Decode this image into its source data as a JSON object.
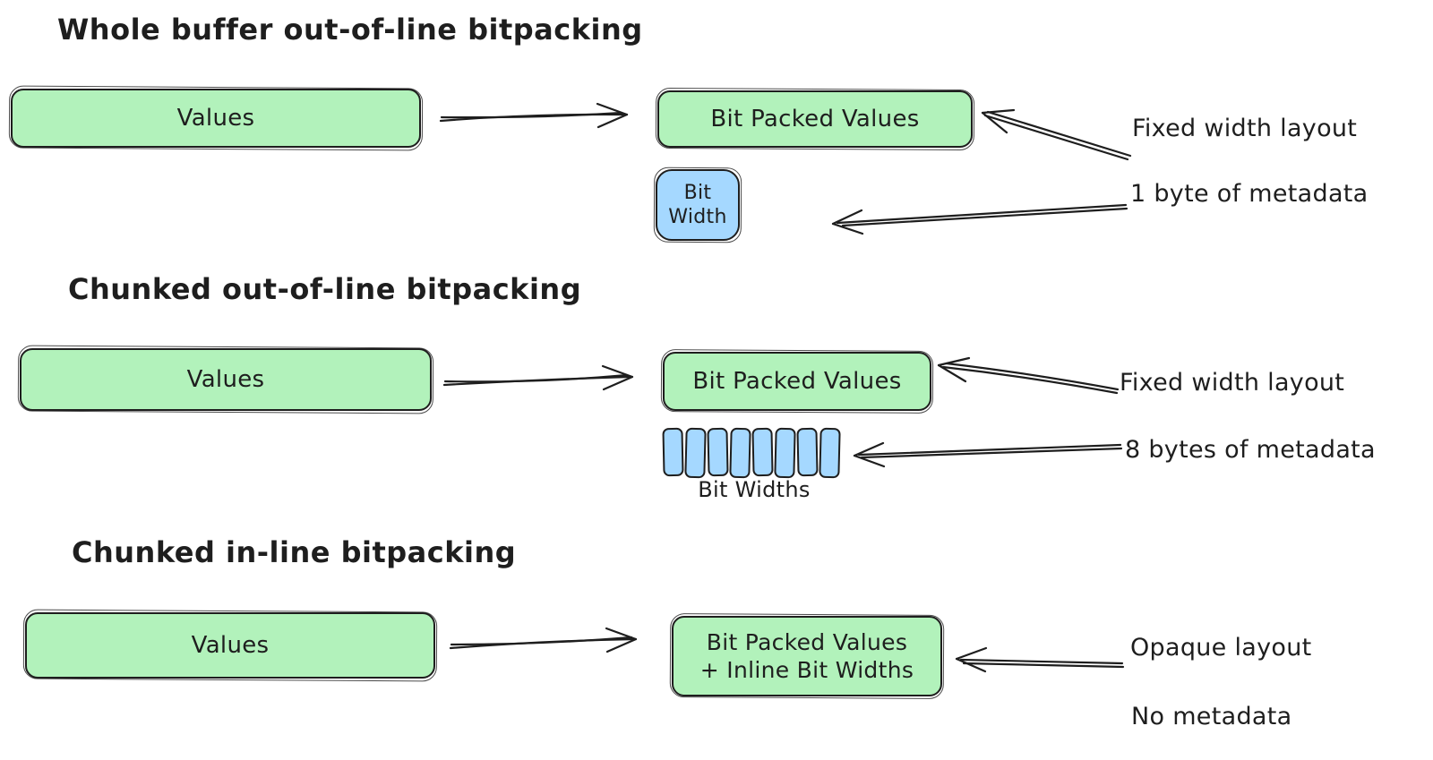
{
  "colors": {
    "background": "#ffffff",
    "stroke": "#1e1e1e",
    "text": "#1e1e1e",
    "green_fill": "#b2f2bb",
    "blue_fill": "#a5d8ff"
  },
  "sections": [
    {
      "title": "Whole buffer out-of-line bitpacking",
      "values_box": "Values",
      "packed_box": "Bit Packed Values",
      "bit_width_box_line1": "Bit",
      "bit_width_box_line2": "Width",
      "annotation_layout": "Fixed width layout",
      "annotation_metadata": "1 byte of metadata"
    },
    {
      "title": "Chunked out-of-line bitpacking",
      "values_box": "Values",
      "packed_box": "Bit Packed Values",
      "bit_width_cell_count": 8,
      "bit_widths_label": "Bit Widths",
      "annotation_layout": "Fixed width layout",
      "annotation_metadata": "8 bytes of metadata"
    },
    {
      "title": "Chunked in-line bitpacking",
      "values_box": "Values",
      "packed_box_line1": "Bit Packed Values",
      "packed_box_line2": "+ Inline Bit Widths",
      "annotation_layout": "Opaque layout",
      "annotation_metadata": "No metadata"
    }
  ]
}
